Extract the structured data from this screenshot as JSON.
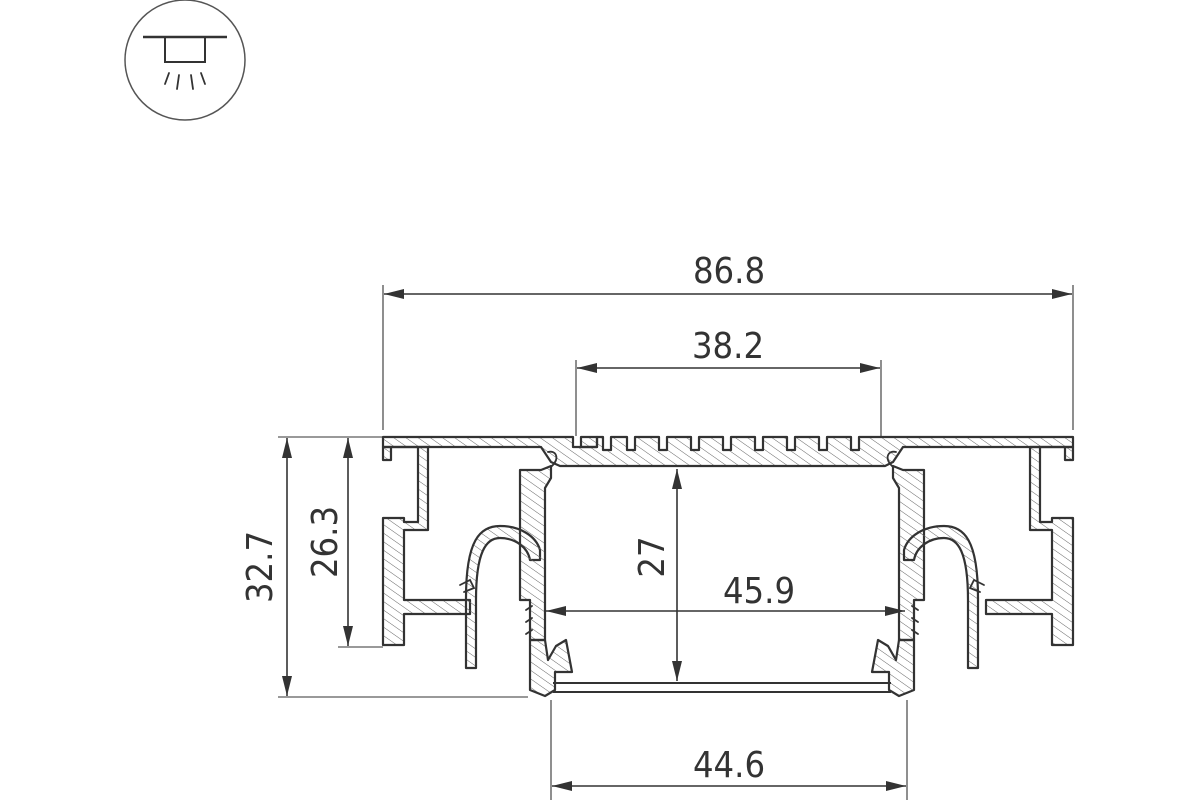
{
  "icon": {
    "name": "recessed-ceiling-mount-icon"
  },
  "dimensions": {
    "overall_width": "86.8",
    "top_opening": "38.2",
    "overall_height": "32.7",
    "flange_height": "26.3",
    "inner_height": "27",
    "inner_width": "45.9",
    "bottom_width": "44.6"
  },
  "colors": {
    "line": "#333333",
    "background": "#ffffff"
  }
}
